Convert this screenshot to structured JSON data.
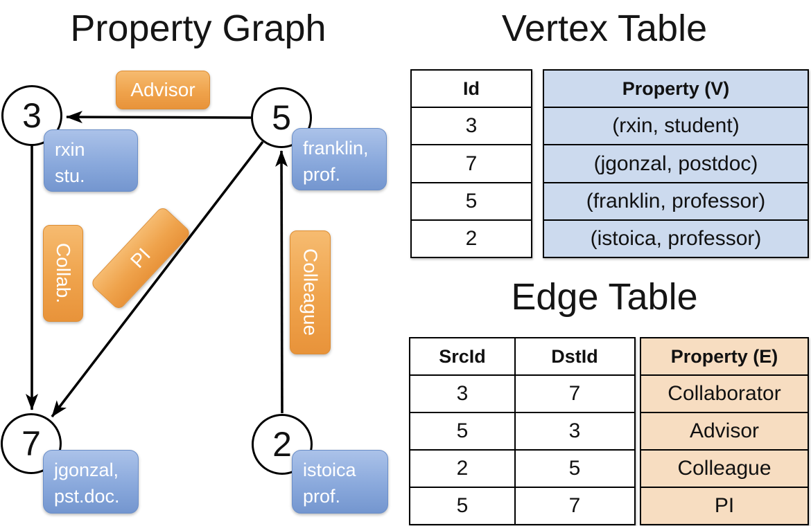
{
  "graph": {
    "title": "Property Graph",
    "nodes": {
      "n3": {
        "id": "3",
        "line1": "rxin",
        "line2": "stu."
      },
      "n5": {
        "id": "5",
        "line1": "franklin,",
        "line2": "prof."
      },
      "n7": {
        "id": "7",
        "line1": "jgonzal,",
        "line2": "pst.doc."
      },
      "n2": {
        "id": "2",
        "line1": "istoica",
        "line2": "prof."
      }
    },
    "edge_labels": {
      "advisor": "Advisor",
      "collab": "Collab.",
      "pi": "PI",
      "colleague": "Colleague"
    }
  },
  "vertex_table": {
    "title": "Vertex Table",
    "headers": {
      "id": "Id",
      "property": "Property (V)"
    },
    "rows": [
      {
        "id": "3",
        "property": "(rxin, student)"
      },
      {
        "id": "7",
        "property": "(jgonzal, postdoc)"
      },
      {
        "id": "5",
        "property": "(franklin, professor)"
      },
      {
        "id": "2",
        "property": "(istoica, professor)"
      }
    ]
  },
  "edge_table": {
    "title": "Edge Table",
    "headers": {
      "src": "SrcId",
      "dst": "DstId",
      "property": "Property (E)"
    },
    "rows": [
      {
        "src": "3",
        "dst": "7",
        "property": "Collaborator"
      },
      {
        "src": "5",
        "dst": "3",
        "property": "Advisor"
      },
      {
        "src": "2",
        "dst": "5",
        "property": "Colleague"
      },
      {
        "src": "5",
        "dst": "7",
        "property": "PI"
      }
    ]
  },
  "colors": {
    "edge_label_orange": "#EFA34C",
    "node_property_blue": "#8AA9DC",
    "vertex_column_bg": "#CCDAEE",
    "edge_column_bg": "#F7DDC1",
    "line_black": "#000000"
  }
}
